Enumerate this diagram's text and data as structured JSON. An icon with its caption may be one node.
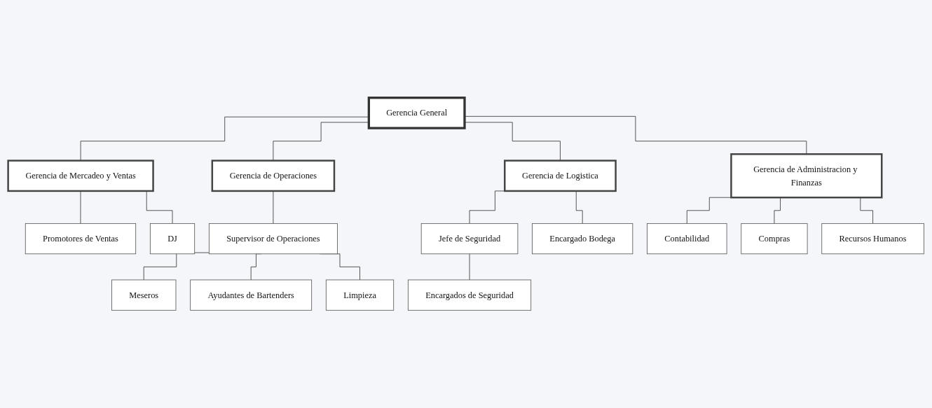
{
  "diagram": {
    "nodes": [
      {
        "text": [
          "Gerencia General"
        ]
      },
      {
        "text": [
          "Gerencia de Mercadeo y Ventas"
        ]
      },
      {
        "text": [
          "Gerencia de Operaciones"
        ]
      },
      {
        "text": [
          "Gerencia de Logistica"
        ]
      },
      {
        "text": [
          "Gerencia de Administracion y Finanzas"
        ]
      },
      {
        "text": [
          "Promotores de Ventas"
        ]
      },
      {
        "text": [
          "DJ"
        ]
      },
      {
        "text": [
          "Supervisor de Operaciones"
        ]
      },
      {
        "text": [
          "Jefe de Seguridad"
        ]
      },
      {
        "text": [
          "Encargado Bodega"
        ]
      },
      {
        "text": [
          "Encargados de Seguridad"
        ]
      },
      {
        "text": [
          "Contabilidad"
        ]
      },
      {
        "text": [
          "Compras"
        ]
      },
      {
        "text": [
          "Recursos Humanos"
        ]
      },
      {
        "text": [
          "Meseros"
        ]
      },
      {
        "text": [
          "Ayudantes de Bartenders"
        ]
      },
      {
        "text": [
          "Limpieza"
        ]
      }
    ],
    "edges": [
      {
        "from": 0,
        "to": 1,
        "arrow": "none"
      },
      {
        "from": 0,
        "to": 2,
        "arrow": "none"
      },
      {
        "from": 0,
        "to": 3,
        "arrow": "none"
      },
      {
        "from": 0,
        "to": 4,
        "arrow": "none"
      },
      {
        "from": 1,
        "to": 5,
        "arrow": "none"
      },
      {
        "from": 1,
        "to": 6,
        "arrow": "none"
      },
      {
        "from": 2,
        "to": 7,
        "arrow": "none"
      },
      {
        "from": 3,
        "to": 8,
        "arrow": "none"
      },
      {
        "from": 3,
        "to": 9,
        "arrow": "none"
      },
      {
        "from": 8,
        "to": 10,
        "arrow": "none"
      },
      {
        "from": 4,
        "to": 11,
        "arrow": "none"
      },
      {
        "from": 4,
        "to": 12,
        "arrow": "none"
      },
      {
        "from": 4,
        "to": 13,
        "arrow": "none"
      },
      {
        "from": 7,
        "to": 14,
        "arrow": "none"
      },
      {
        "from": 7,
        "to": 15,
        "arrow": "none"
      },
      {
        "from": 7,
        "to": 16,
        "arrow": "none"
      }
    ]
  }
}
